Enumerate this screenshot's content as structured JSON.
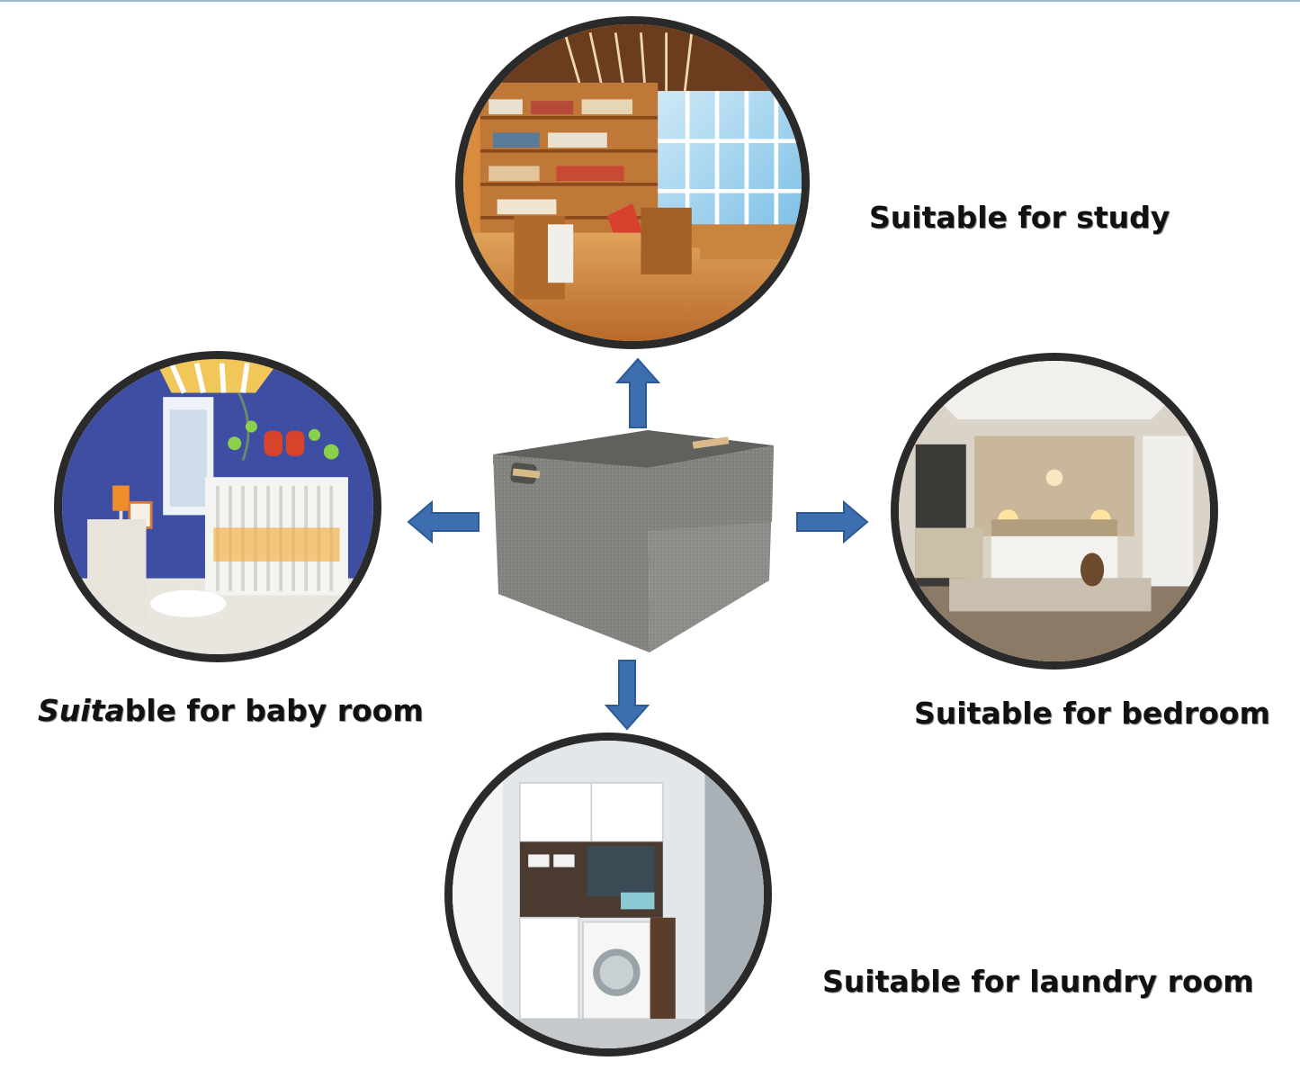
{
  "captions": {
    "study": "Suitable for study",
    "baby_italic": "Suita",
    "baby_rest": "ble for baby room",
    "bedroom": "Suitable for bedroom",
    "laundry": "Suitable for laundry room"
  },
  "scenes": {
    "study": "library-scene",
    "baby": "nursery-scene",
    "bedroom": "bedroom-scene",
    "laundry": "laundry-scene"
  },
  "colors": {
    "arrow": "#3d6fb0",
    "ring": "#2a2a2a",
    "box": "#7d7f7c"
  }
}
